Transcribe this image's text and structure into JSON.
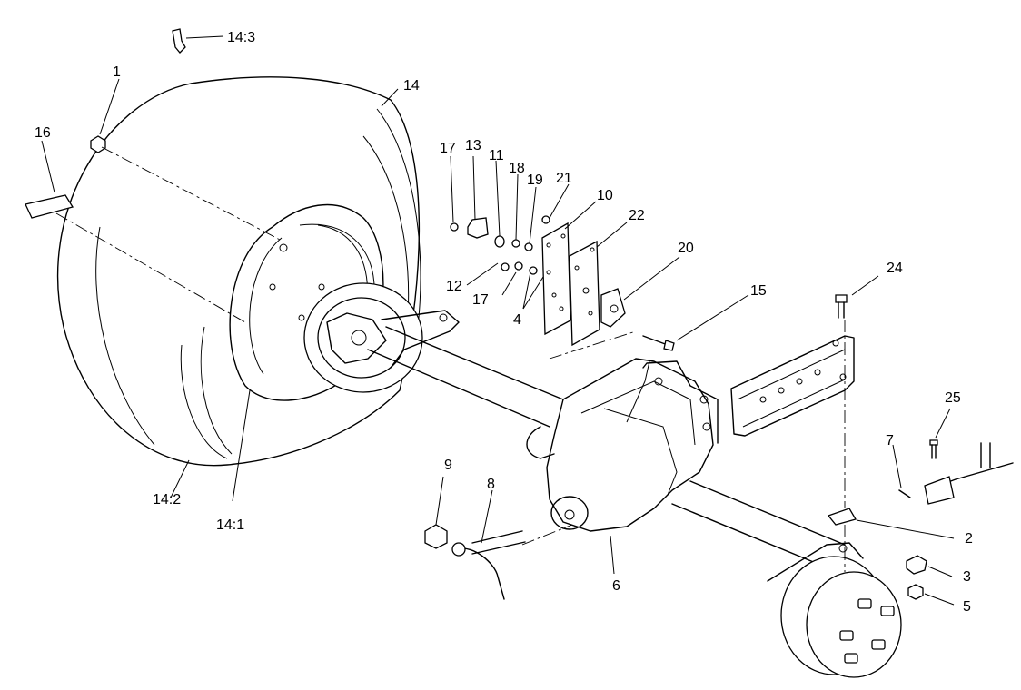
{
  "callouts": {
    "c1": "1",
    "c2": "2",
    "c3": "3",
    "c4": "4",
    "c5": "5",
    "c6": "6",
    "c7": "7",
    "c8": "8",
    "c9": "9",
    "c10": "10",
    "c11": "11",
    "c12": "12",
    "c13": "13",
    "c14": "14",
    "c14_1": "14:1",
    "c14_2": "14:2",
    "c14_3": "14:3",
    "c15": "15",
    "c16": "16",
    "c17a": "17",
    "c17b": "17",
    "c18": "18",
    "c19": "19",
    "c20": "20",
    "c21": "21",
    "c22": "22",
    "c24": "24",
    "c25": "25"
  }
}
